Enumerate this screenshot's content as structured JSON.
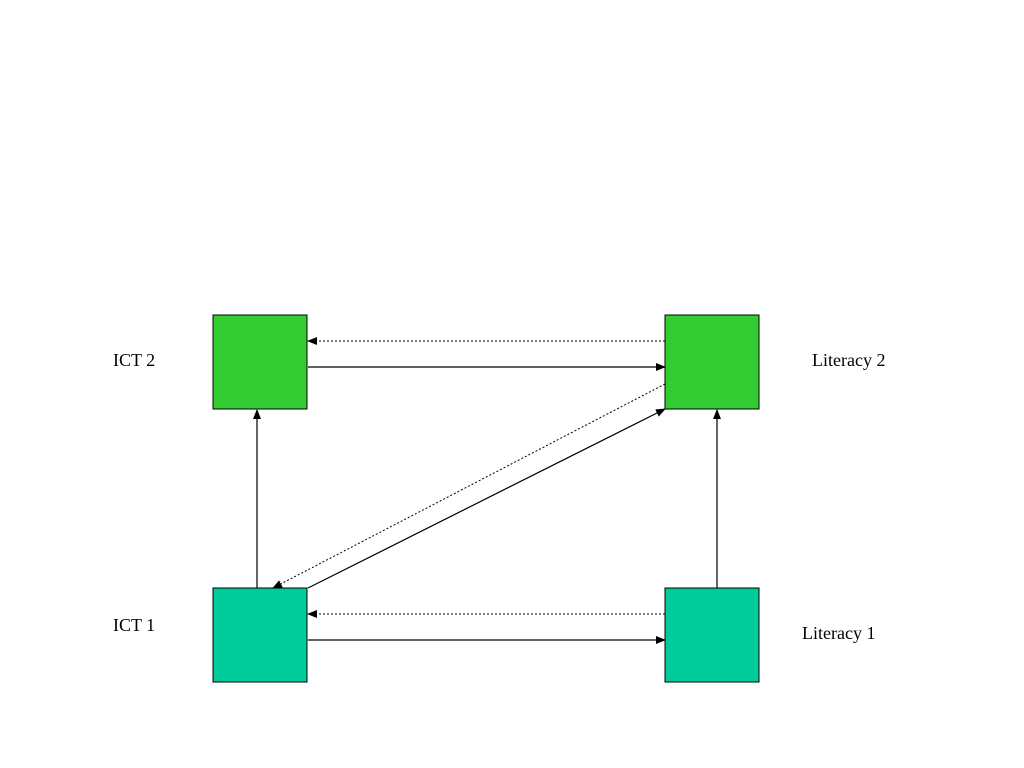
{
  "nodes": {
    "ict2": {
      "label": "ICT 2",
      "color": "#33cc33"
    },
    "literacy2": {
      "label": "Literacy 2",
      "color": "#33cc33"
    },
    "ict1": {
      "label": "ICT 1",
      "color": "#00cc99"
    },
    "literacy1": {
      "label": "Literacy 1",
      "color": "#00cc99"
    }
  },
  "edges": [
    {
      "from": "ict2",
      "to": "literacy2",
      "style": "solid"
    },
    {
      "from": "literacy2",
      "to": "ict2",
      "style": "dotted"
    },
    {
      "from": "ict1",
      "to": "literacy1",
      "style": "solid"
    },
    {
      "from": "literacy1",
      "to": "ict1",
      "style": "dotted"
    },
    {
      "from": "ict1",
      "to": "ict2",
      "style": "solid"
    },
    {
      "from": "literacy1",
      "to": "literacy2",
      "style": "solid"
    },
    {
      "from": "ict1",
      "to": "literacy2",
      "style": "solid"
    },
    {
      "from": "literacy2",
      "to": "ict1",
      "style": "dotted"
    }
  ],
  "colors": {
    "stroke": "#000000",
    "background": "#ffffff"
  }
}
